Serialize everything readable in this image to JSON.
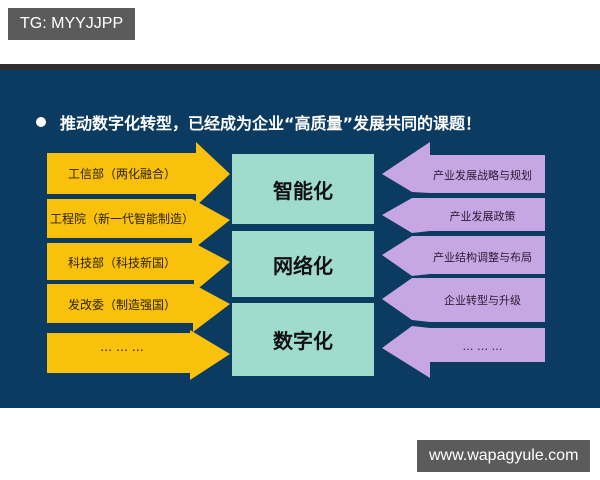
{
  "watermarks": {
    "top": "TG: MYYJJPP",
    "bottom": "www.wapagyule.com"
  },
  "headline": "推动数字化转型，已经成为企业“高质量”发展共同的课题！",
  "colors": {
    "panel": "#0b3b61",
    "yellow": "#f9c10b",
    "teal": "#9fdccd",
    "purple": "#c6a6e3"
  },
  "left_arrows": [
    {
      "label": "工信部（两化融合）"
    },
    {
      "label": "工程院（新一代智能制造）"
    },
    {
      "label": "科技部（科技新国）"
    },
    {
      "label": "发改委（制造强国）"
    },
    {
      "label": "… … …"
    }
  ],
  "center_boxes": [
    {
      "label": "智能化"
    },
    {
      "label": "网络化"
    },
    {
      "label": "数字化"
    }
  ],
  "right_arrows": [
    {
      "label": "产业发展战略与规划"
    },
    {
      "label": "产业发展政策"
    },
    {
      "label": "产业结构调整与布局"
    },
    {
      "label": "企业转型与升级"
    },
    {
      "label": "… … …"
    }
  ]
}
